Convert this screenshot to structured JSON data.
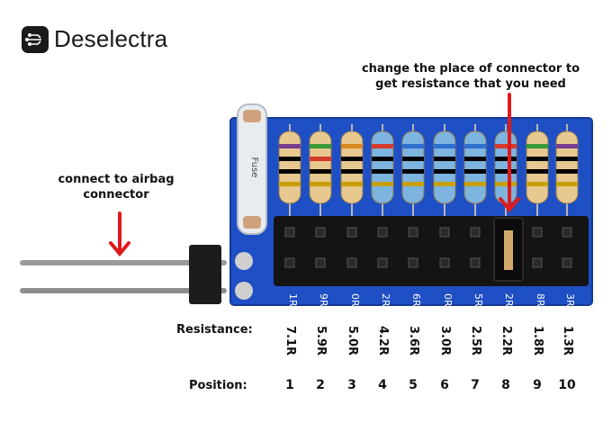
{
  "brand": {
    "name": "Deselectra",
    "icon": "circuit-chip-icon"
  },
  "annotations": {
    "left": "connect to airbag\nconnector",
    "right": "change the place of connector to\nget resistance that you need"
  },
  "board": {
    "fuse_label": "Fuse",
    "pcb_labels": [
      "1R",
      "9R",
      "0R",
      "2R",
      "6R",
      "0R",
      "5R",
      "2R",
      "8R",
      "3R"
    ]
  },
  "table": {
    "resistance_label": "Resistance:",
    "position_label": "Position:",
    "resistances": [
      "7.1R",
      "5.9R",
      "5.0R",
      "4.2R",
      "3.6R",
      "3.0R",
      "2.5R",
      "2.2R",
      "1.8R",
      "1.3R"
    ],
    "positions": [
      "1",
      "2",
      "3",
      "4",
      "5",
      "6",
      "7",
      "8",
      "9",
      "10"
    ]
  },
  "colors": {
    "pcb": "#1f4fc4",
    "arrow": "#e0191c",
    "resistor_body": "#e7c88f",
    "header": "#141414"
  }
}
